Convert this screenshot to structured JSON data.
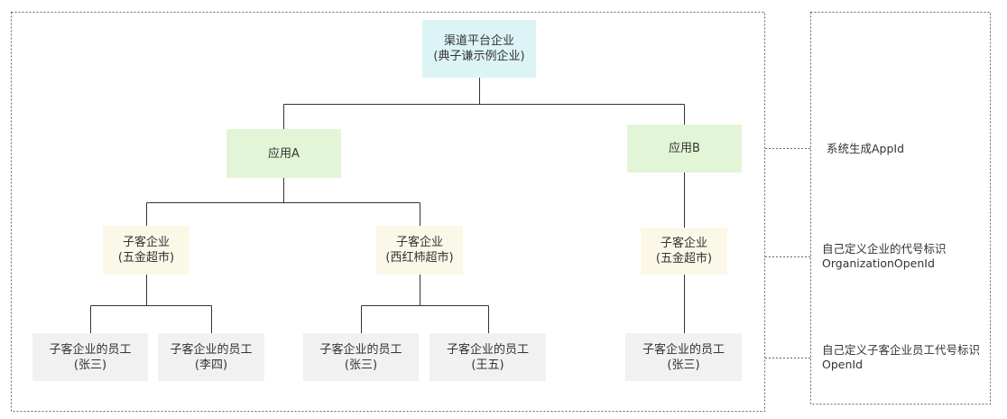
{
  "colors": {
    "root_fill": "#dcf4f6",
    "app_fill": "#e2f5d6",
    "sub_fill": "#fbf8e8",
    "employee_fill": "#f1f1f1",
    "line": "#333333",
    "dotted": "#666666",
    "text": "#333333"
  },
  "root": {
    "line1": "渠道平台企业",
    "line2": "(典子谦示例企业)"
  },
  "apps": [
    {
      "label": "应用A"
    },
    {
      "label": "应用B"
    }
  ],
  "subs": [
    {
      "line1": "子客企业",
      "line2": "(五金超市)"
    },
    {
      "line1": "子客企业",
      "line2": "(西红柿超市)"
    },
    {
      "line1": "子客企业",
      "line2": "(五金超市)"
    }
  ],
  "employees": [
    {
      "line1": "子客企业的员工",
      "line2": "(张三)"
    },
    {
      "line1": "子客企业的员工",
      "line2": "(李四)"
    },
    {
      "line1": "子客企业的员工",
      "line2": "(张三)"
    },
    {
      "line1": "子客企业的员工",
      "line2": "(王五)"
    },
    {
      "line1": "子客企业的员工",
      "line2": "(张三)"
    }
  ],
  "notes": {
    "app_id": {
      "line1": "系统生成AppId"
    },
    "org_open_id": {
      "line1": "自己定义企业的代号标识",
      "line2": "OrganizationOpenId"
    },
    "open_id": {
      "line1": "自己定义子客企业员工代号标识",
      "line2": "OpenId"
    }
  }
}
